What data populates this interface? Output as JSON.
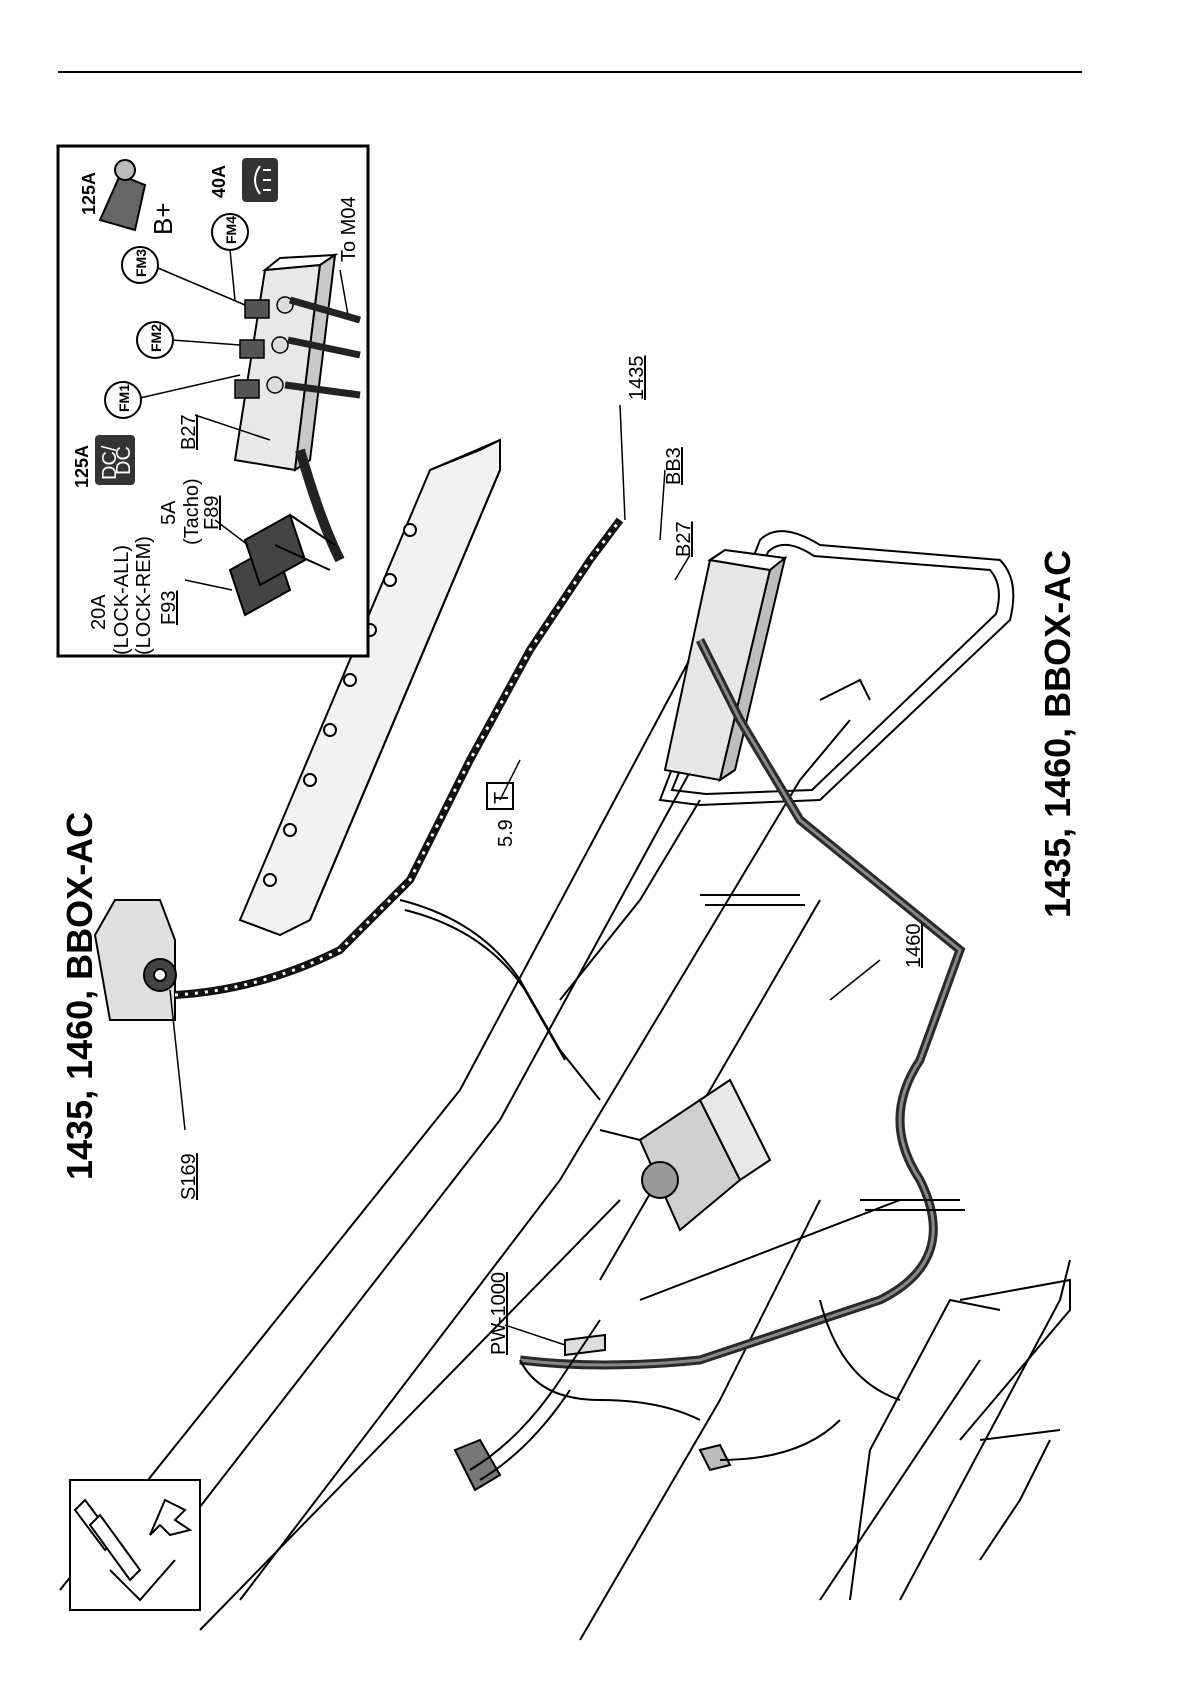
{
  "titles": {
    "left": "1435, 1460, BBOX-AC",
    "right": "1435, 1460, BBOX-AC"
  },
  "labels": {
    "s169": "S169",
    "pw1000": "PW-1000",
    "w1460": "1460",
    "w1435": "1435",
    "bb3": "BB3",
    "b27_main": "B27",
    "ref_59": "5.9",
    "ref_59_symbol": "T"
  },
  "inset": {
    "f93_rating": "20A",
    "f93_note1": "(LOCK-ALL)",
    "f93_note2": "(LOCK-REM)",
    "f93": "F93",
    "f89_rating": "5A",
    "f89_note": "(Tacho)",
    "f89": "F89",
    "dcdc_rating": "125A",
    "dcdc_line1": "DC/",
    "dcdc_line2": "DC",
    "b27": "B27",
    "fm1": "FM1",
    "fm2": "FM2",
    "fm3": "FM3",
    "fm4": "FM4",
    "bplus_rating": "125A",
    "bplus": "B+",
    "lamp_rating": "40A",
    "to_m04": "To M04"
  }
}
